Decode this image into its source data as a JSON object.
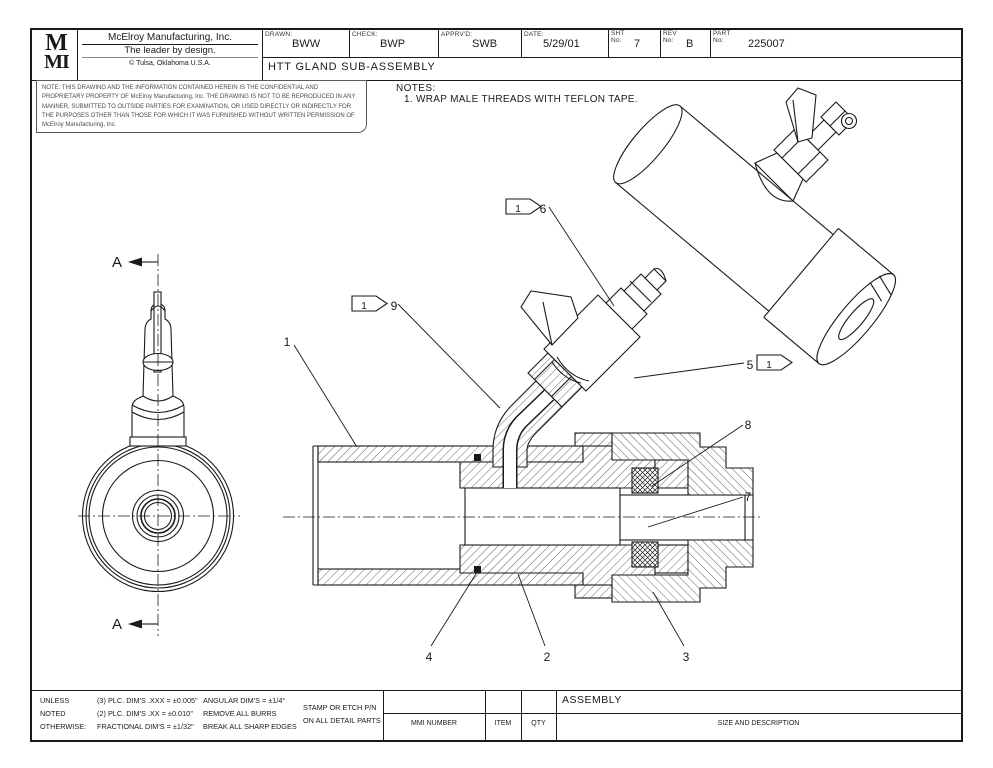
{
  "colors": {
    "ink": "#1a1a1a",
    "paper": "#ffffff"
  },
  "header": {
    "logo_line1": "M",
    "logo_line2": "MI",
    "company_name": "McElroy Manufacturing, Inc.",
    "tagline": "The leader by design.",
    "copyright": "©",
    "location": "Tulsa, Oklahoma U.S.A.",
    "approvals": [
      {
        "label": "DRAWN:",
        "value": "BWW"
      },
      {
        "label": "CHECK:",
        "value": "BWP"
      },
      {
        "label": "APPRV'D:",
        "value": "SWB"
      }
    ],
    "date": {
      "label": "DATE:",
      "value": "5/29/01"
    },
    "sheet": {
      "label1": "SHT",
      "label2": "No:",
      "value": "7"
    },
    "rev": {
      "label1": "REV",
      "label2": "No:",
      "value": "B"
    },
    "part": {
      "label1": "PART",
      "label2": "No:",
      "value": "225007"
    },
    "drawing_title": "HTT GLAND SUB-ASSEMBLY"
  },
  "proprietary_note": "NOTE: THIS DRAWING AND THE INFORMATION CONTAINED HEREIN IS THE CONFIDENTIAL AND PROPRIETARY PROPERTY OF McElroy Manufacturing, Inc.  THE DRAWING IS NOT TO BE REPRODUCED IN ANY MANNER, SUBMITTED TO OUTSIDE PARTIES FOR EXAMINATION, OR USED DIRECTLY OR INDIRECTLY FOR THE PURPOSES OTHER THAN THOSE FOR WHICH IT WAS FURNISHED WITHOUT WRITTEN PERMISSION OF McElroy Manufacturing, Inc.",
  "notes": {
    "heading": "NOTES:",
    "item1": "1. WRAP MALE THREADS WITH TEFLON TAPE."
  },
  "section": {
    "label_top": "A",
    "label_bottom": "A"
  },
  "callouts": {
    "n1": "1",
    "n2": "2",
    "n3": "3",
    "n4": "4",
    "n5": "5",
    "n6": "6",
    "n7": "7",
    "n8": "8",
    "n9": "9",
    "flag": "1"
  },
  "footer": {
    "unless1": "UNLESS",
    "unless2": "NOTED",
    "unless3": "OTHERWISE:",
    "dims1": "(3) PLC. DIM'S .XXX = ±0.005\"",
    "dims2": "(2) PLC. DIM'S .XX = ±0.010\"",
    "dims3": "FRACTIONAL DIM'S = ±1/32\"",
    "rules1": "ANGULAR DIM'S = ±1/4°",
    "rules2": "REMOVE ALL BURRS",
    "rules3": "BREAK ALL SHARP EDGES",
    "stamp1": "STAMP OR ETCH P/N",
    "stamp2": "ON ALL DETAIL PARTS",
    "col_mmi": "MMI NUMBER",
    "col_item": "ITEM",
    "col_qty": "QTY",
    "col_desc": "SIZE AND DESCRIPTION",
    "assembly": "ASSEMBLY"
  }
}
